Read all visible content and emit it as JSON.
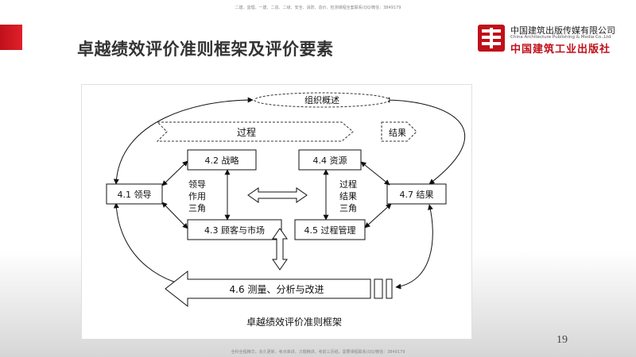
{
  "header": {
    "top_note": "二建、监理、一建、二造、二级、安全、消防、造价、检测课程全套联系(QQ/微信：3849179",
    "title": "卓越绩效评价准则框架及评价要素"
  },
  "logo": {
    "cn_name": "中国建筑出版传媒有限公司",
    "en_name": "China Architecture Publishing & Media Co.,Ltd",
    "calligraphy": "中国建筑工业出版社"
  },
  "diagram": {
    "org_overview": "组织概述",
    "process": "过程",
    "result": "结果",
    "leadership": "4.1 领导",
    "strategy": "4.2 战略",
    "customer_market": "4.3 顾客与市场",
    "resources": "4.4 资源",
    "process_mgmt": "4.5 过程管理",
    "measurement": "4.6 测量、分析与改进",
    "results_box": "4.7 结果",
    "triangle_left": [
      "领导",
      "作用",
      "三角"
    ],
    "triangle_right": [
      "过程",
      "结果",
      "三角"
    ],
    "caption": "卓越绩效评价准则框架"
  },
  "footer": {
    "bottom_note": "全科全程精华，永久更新，考点串讲，习题精讲，考前三页纸，需要课程联系(QQ/微信：3849179",
    "page_number": "19"
  }
}
